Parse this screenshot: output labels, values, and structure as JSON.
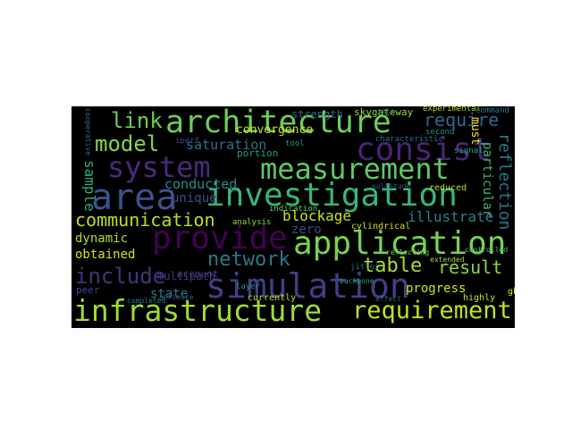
{
  "wordcloud": {
    "words": [
      {
        "text": "architecture",
        "color": "#6dcd59"
      },
      {
        "text": "consist",
        "color": "#482475"
      },
      {
        "text": "system",
        "color": "#472c7a"
      },
      {
        "text": "measurement",
        "color": "#5ec962"
      },
      {
        "text": "area",
        "color": "#3b528b"
      },
      {
        "text": "investigation",
        "color": "#35b779"
      },
      {
        "text": "provide",
        "color": "#440154"
      },
      {
        "text": "application",
        "color": "#7ad151"
      },
      {
        "text": "simulation",
        "color": "#433e85"
      },
      {
        "text": "infrastructure",
        "color": "#9fda3a"
      },
      {
        "text": "requirement",
        "color": "#c2df23"
      },
      {
        "text": "link",
        "color": "#6ece58"
      },
      {
        "text": "model",
        "color": "#86d549"
      },
      {
        "text": "require",
        "color": "#31688e"
      },
      {
        "text": "communication",
        "color": "#bddf26"
      },
      {
        "text": "include",
        "color": "#46327e"
      },
      {
        "text": "network",
        "color": "#2a788e"
      },
      {
        "text": "table",
        "color": "#a5db36"
      },
      {
        "text": "result",
        "color": "#8bd646"
      },
      {
        "text": "dynamic",
        "color": "#b5de2b"
      },
      {
        "text": "obtained",
        "color": "#d8e219"
      },
      {
        "text": "blockage",
        "color": "#cae11f"
      },
      {
        "text": "zero",
        "color": "#3e4989"
      },
      {
        "text": "illustrate",
        "color": "#26828e"
      },
      {
        "text": "conducted",
        "color": "#21918c"
      },
      {
        "text": "saturation",
        "color": "#2c728e"
      },
      {
        "text": "convergence",
        "color": "#c8e020"
      },
      {
        "text": "unique",
        "color": "#3b528b"
      },
      {
        "text": "progress",
        "color": "#d5e21a"
      },
      {
        "text": "state",
        "color": "#287c8e"
      },
      {
        "text": "sample",
        "color": "#29af7f"
      },
      {
        "text": "must",
        "color": "#fde725"
      },
      {
        "text": "reflection",
        "color": "#2a788e"
      },
      {
        "text": "particular",
        "color": "#3bbb75"
      },
      {
        "text": "multipath",
        "color": "#443983"
      },
      {
        "text": "strength",
        "color": "#32658e"
      },
      {
        "text": "skygateway",
        "color": "#95d840"
      },
      {
        "text": "experimental",
        "color": "#addc30"
      },
      {
        "text": "command",
        "color": "#2c738e"
      },
      {
        "text": "portion",
        "color": "#1f9e89"
      },
      {
        "text": "cylindrical",
        "color": "#d2e21b"
      },
      {
        "text": "analysis",
        "color": "#8fd744"
      },
      {
        "text": "currently",
        "color": "#c0df25"
      },
      {
        "text": "account",
        "color": "#414487"
      },
      {
        "text": "peer",
        "color": "#3f4788"
      },
      {
        "text": "ghz",
        "color": "#e5e419"
      },
      {
        "text": "highly",
        "color": "#d0e11c"
      },
      {
        "text": "iperf",
        "color": "#404688"
      },
      {
        "text": "signal",
        "color": "#22a785"
      },
      {
        "text": "second",
        "color": "#1f958b"
      },
      {
        "text": "characteristic",
        "color": "#2e6e8e"
      },
      {
        "text": "indication",
        "color": "#6ccd5a"
      },
      {
        "text": "reduced",
        "color": "#bade28"
      },
      {
        "text": "jitter",
        "color": "#2a768e"
      },
      {
        "text": "layer",
        "color": "#238a8d"
      },
      {
        "text": "completed",
        "color": "#27808e"
      },
      {
        "text": "extended",
        "color": "#a8db34"
      },
      {
        "text": "reflecting",
        "color": "#70cf57"
      },
      {
        "text": "controlled",
        "color": "#45be71"
      },
      {
        "text": "optimize",
        "color": "#3a538b"
      },
      {
        "text": "cooperative",
        "color": "#2d718e"
      },
      {
        "text": "tool",
        "color": "#1e9c89"
      },
      {
        "text": "site",
        "color": "#25838e"
      },
      {
        "text": "multitude",
        "color": "#3a548c"
      },
      {
        "text": "backbone",
        "color": "#21a685"
      },
      {
        "text": "effect",
        "color": "#2d708e"
      }
    ]
  }
}
